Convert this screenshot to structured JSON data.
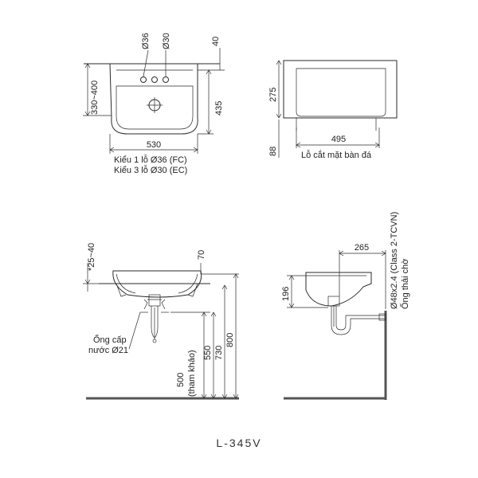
{
  "top_view": {
    "dims": {
      "hole_center": "Ø36",
      "hole_side": "Ø30",
      "rim": "40",
      "depth_range": "330~400",
      "inner_depth": "435",
      "width": "530"
    },
    "note_single": "Kiểu 1 lỗ Ø36 (FC)",
    "note_triple": "Kiểu 3 lỗ Ø30 (EC)"
  },
  "cutout_view": {
    "dims": {
      "height": "275",
      "below": "88",
      "width": "495"
    },
    "label": "Lỗ cắt mặt bàn đá"
  },
  "front_view": {
    "dims": {
      "overflow": "*25~40",
      "rim_height": "70",
      "h500": "500",
      "h500_note": "(tham khảo)",
      "h550": "550",
      "h730": "730",
      "h800": "800"
    },
    "supply_label_1": "Ống cấp",
    "supply_label_2": "nước Ø21"
  },
  "side_view": {
    "dims": {
      "depth": "265",
      "height": "196"
    },
    "pipe_label_1": "Ø48x2.4 (Class 2-TCVN)",
    "pipe_label_2": "Ống thải chờ"
  },
  "model": "L-345V"
}
